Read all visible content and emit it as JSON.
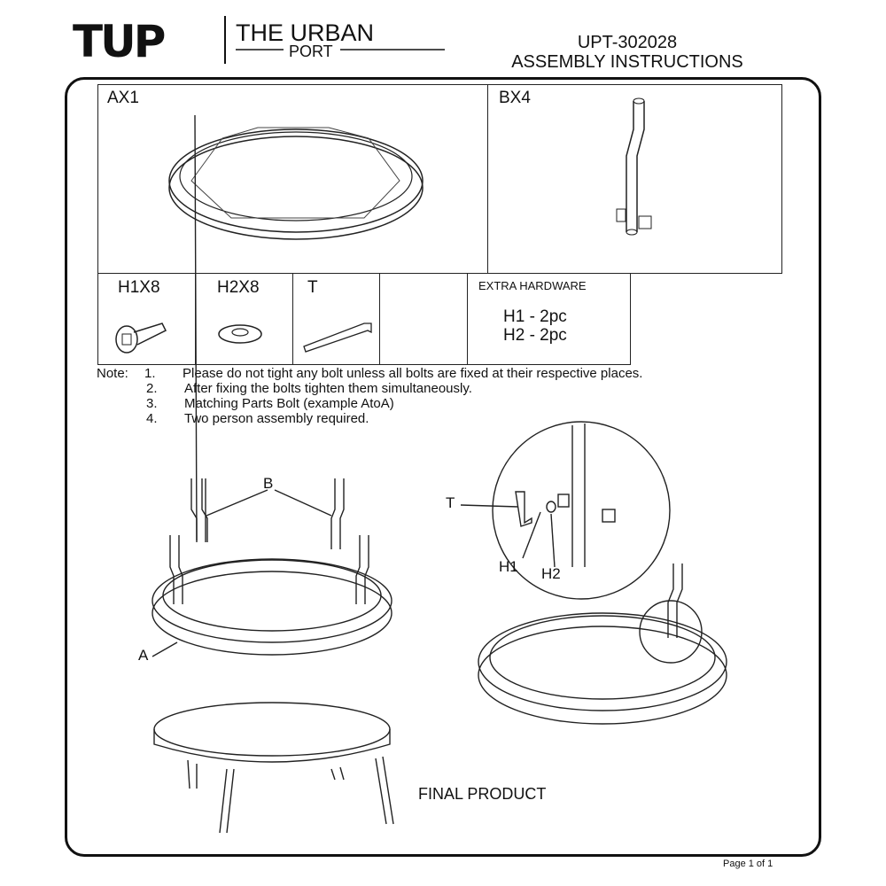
{
  "header": {
    "logo_mark": "TUP",
    "logo_line1": "THE URBAN",
    "logo_line2": "PORT",
    "product_code": "UPT-302028",
    "title": "ASSEMBLY INSTRUCTIONS"
  },
  "parts": {
    "ax1": "AX1",
    "bx4": "BX4",
    "h1x8": "H1X8",
    "h2x8": "H2X8",
    "t": "T",
    "extra_title": "EXTRA HARDWARE",
    "extra_h1": "H1 - 2pc",
    "extra_h2": "H2 - 2pc"
  },
  "notes": {
    "prefix": "Note:",
    "items": [
      {
        "num": "1.",
        "text": "Please do not tight any bolt unless all bolts are fixed at their respective places."
      },
      {
        "num": "2.",
        "text": "After fixing the bolts tighten them simultaneously."
      },
      {
        "num": "3.",
        "text": "Matching Parts Bolt (example AtoA)"
      },
      {
        "num": "4.",
        "text": "Two person assembly required."
      }
    ]
  },
  "diagram": {
    "label_b": "B",
    "label_a": "A",
    "label_t": "T",
    "label_h1": "H1",
    "label_h2": "H2",
    "final_product": "FINAL PRODUCT"
  },
  "footer": {
    "page": "Page 1 of 1"
  }
}
